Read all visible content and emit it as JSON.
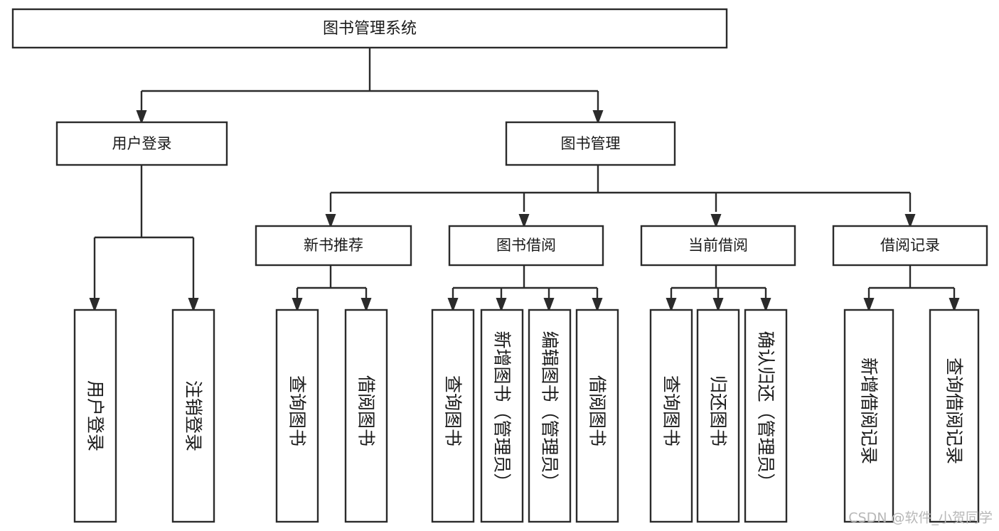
{
  "diagram": {
    "title": "图书管理系统",
    "type": "tree-hierarchy-chart",
    "watermark": "CSDN @软件_小贺同学",
    "colors": {
      "background": "#ffffff",
      "box_fill": "#ffffff",
      "stroke": "#2b2b2b",
      "text": "#1a1a1a",
      "watermark": "#b8b8b8"
    },
    "root": {
      "label": "图书管理系统"
    },
    "level2": [
      {
        "label": "用户登录"
      },
      {
        "label": "图书管理"
      }
    ],
    "level3": [
      {
        "label": "新书推荐"
      },
      {
        "label": "图书借阅"
      },
      {
        "label": "当前借阅"
      },
      {
        "label": "借阅记录"
      }
    ],
    "leaves": {
      "user_login": [
        {
          "label": "用户登录"
        },
        {
          "label": "注销登录"
        }
      ],
      "new_book_recommend": [
        {
          "label": "查询图书"
        },
        {
          "label": "借阅图书"
        }
      ],
      "book_borrow": [
        {
          "label": "查询图书"
        },
        {
          "label": "新增图书（管理员）"
        },
        {
          "label": "编辑图书（管理员）"
        },
        {
          "label": "借阅图书"
        }
      ],
      "current_borrow": [
        {
          "label": "查询图书"
        },
        {
          "label": "归还图书"
        },
        {
          "label": "确认归还（管理员）"
        }
      ],
      "borrow_record": [
        {
          "label": "新增借阅记录"
        },
        {
          "label": "查询借阅记录"
        }
      ]
    }
  }
}
